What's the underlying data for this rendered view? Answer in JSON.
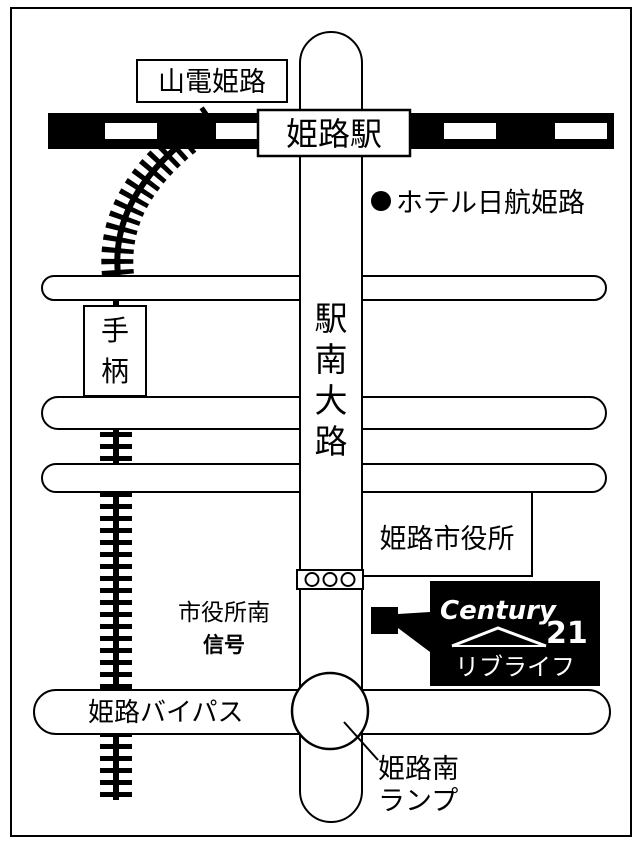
{
  "stations": {
    "sanden_himeji": "山電姫路",
    "himeji": "姫路駅",
    "tegara": [
      "手",
      "柄"
    ]
  },
  "landmarks": {
    "hotel": "ホテル日航姫路",
    "city_hall": "姫路市役所",
    "signal_name": "市役所南",
    "signal_suffix": "信号",
    "ramp": [
      "姫路南",
      "ランプ"
    ]
  },
  "roads": {
    "ekimae_odori": [
      "駅",
      "南",
      "大",
      "路"
    ],
    "bypass": "姫路バイパス"
  },
  "store": {
    "brand": "Century",
    "number": "21",
    "name": "リブライフ"
  },
  "colors": {
    "ink": "#000000",
    "paper": "#ffffff"
  }
}
